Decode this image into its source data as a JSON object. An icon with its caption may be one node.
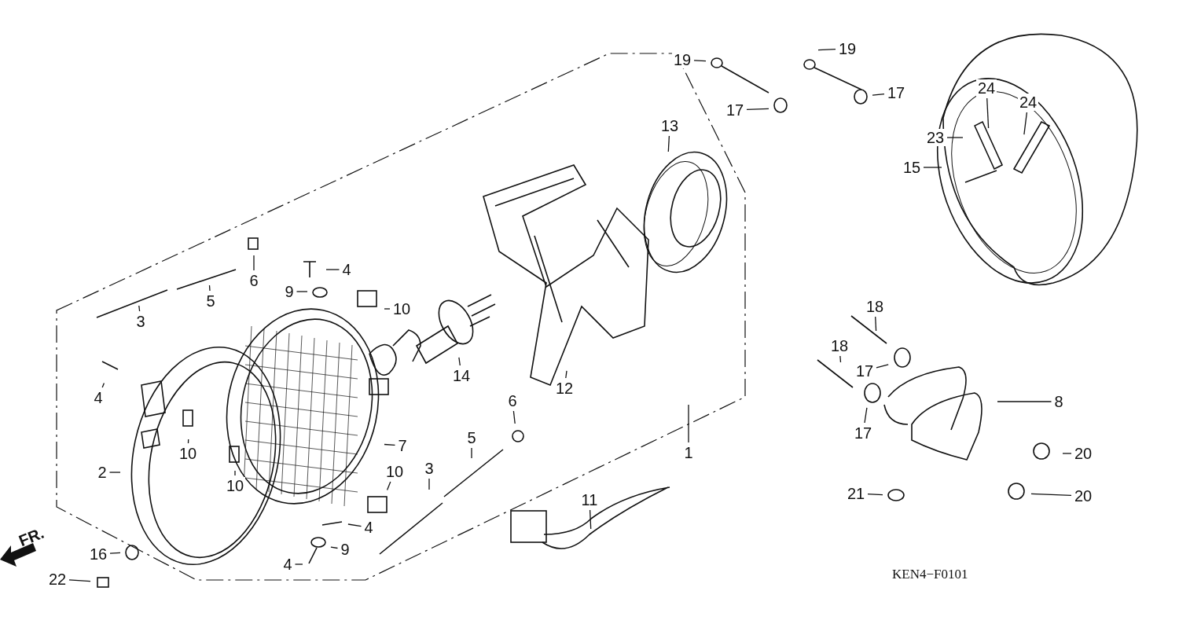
{
  "diagram": {
    "nodes": [
      {
        "text": [
          "19"
        ]
      },
      {
        "text": [
          "19"
        ]
      },
      {
        "text": [
          "17"
        ]
      },
      {
        "text": [
          "24"
        ]
      },
      {
        "text": [
          "24"
        ]
      },
      {
        "text": [
          "17"
        ]
      },
      {
        "text": [
          "13"
        ]
      },
      {
        "text": [
          "23"
        ]
      },
      {
        "text": [
          "15"
        ]
      },
      {
        "text": [
          "4"
        ]
      },
      {
        "text": [
          "6"
        ]
      },
      {
        "text": [
          "9"
        ]
      },
      {
        "text": [
          "5"
        ]
      },
      {
        "text": [
          "18"
        ]
      },
      {
        "text": [
          "10"
        ]
      },
      {
        "text": [
          "3"
        ]
      },
      {
        "text": [
          "18"
        ]
      },
      {
        "text": [
          "17"
        ]
      },
      {
        "text": [
          "14"
        ]
      },
      {
        "text": [
          "12"
        ]
      },
      {
        "text": [
          "4"
        ]
      },
      {
        "text": [
          "8"
        ]
      },
      {
        "text": [
          "6"
        ]
      },
      {
        "text": [
          "17"
        ]
      },
      {
        "text": [
          "5"
        ]
      },
      {
        "text": [
          "7"
        ]
      },
      {
        "text": [
          "1"
        ]
      },
      {
        "text": [
          "10"
        ]
      },
      {
        "text": [
          "20"
        ]
      },
      {
        "text": [
          "3"
        ]
      },
      {
        "text": [
          "10"
        ]
      },
      {
        "text": [
          "2"
        ]
      },
      {
        "text": [
          "10"
        ]
      },
      {
        "text": [
          "21"
        ]
      },
      {
        "text": [
          "20"
        ]
      },
      {
        "text": [
          "11"
        ]
      },
      {
        "text": [
          "4"
        ]
      },
      {
        "text": [
          "9"
        ]
      },
      {
        "text": [
          "16"
        ]
      },
      {
        "text": [
          "4"
        ]
      },
      {
        "text": [
          "22"
        ]
      }
    ],
    "edges": [
      {
        "from": 0,
        "to": null,
        "arrow": "none"
      },
      {
        "from": 1,
        "to": null,
        "arrow": "none"
      },
      {
        "from": 2,
        "to": null,
        "arrow": "none"
      },
      {
        "from": 3,
        "to": null,
        "arrow": "none"
      },
      {
        "from": 4,
        "to": null,
        "arrow": "none"
      },
      {
        "from": 5,
        "to": null,
        "arrow": "none"
      },
      {
        "from": 6,
        "to": null,
        "arrow": "none"
      },
      {
        "from": 7,
        "to": null,
        "arrow": "none"
      },
      {
        "from": 8,
        "to": null,
        "arrow": "none"
      },
      {
        "from": 9,
        "to": null,
        "arrow": "none"
      },
      {
        "from": 10,
        "to": null,
        "arrow": "none"
      },
      {
        "from": 11,
        "to": null,
        "arrow": "none"
      },
      {
        "from": 12,
        "to": null,
        "arrow": "none"
      },
      {
        "from": 13,
        "to": null,
        "arrow": "none"
      },
      {
        "from": 14,
        "to": null,
        "arrow": "none"
      },
      {
        "from": 15,
        "to": null,
        "arrow": "none"
      },
      {
        "from": 16,
        "to": null,
        "arrow": "none"
      },
      {
        "from": 17,
        "to": null,
        "arrow": "none"
      },
      {
        "from": 18,
        "to": null,
        "arrow": "none"
      },
      {
        "from": 19,
        "to": null,
        "arrow": "none"
      },
      {
        "from": 20,
        "to": null,
        "arrow": "none"
      },
      {
        "from": 21,
        "to": null,
        "arrow": "none"
      },
      {
        "from": 22,
        "to": null,
        "arrow": "none"
      },
      {
        "from": 23,
        "to": null,
        "arrow": "none"
      },
      {
        "from": 24,
        "to": null,
        "arrow": "none"
      },
      {
        "from": 25,
        "to": null,
        "arrow": "none"
      },
      {
        "from": 26,
        "to": null,
        "arrow": "none"
      },
      {
        "from": 27,
        "to": null,
        "arrow": "none"
      },
      {
        "from": 28,
        "to": null,
        "arrow": "none"
      },
      {
        "from": 29,
        "to": null,
        "arrow": "none"
      },
      {
        "from": 30,
        "to": null,
        "arrow": "none"
      },
      {
        "from": 31,
        "to": null,
        "arrow": "none"
      },
      {
        "from": 32,
        "to": null,
        "arrow": "none"
      },
      {
        "from": 33,
        "to": null,
        "arrow": "none"
      },
      {
        "from": 34,
        "to": null,
        "arrow": "none"
      },
      {
        "from": 35,
        "to": null,
        "arrow": "none"
      },
      {
        "from": 36,
        "to": null,
        "arrow": "none"
      },
      {
        "from": 37,
        "to": null,
        "arrow": "none"
      },
      {
        "from": 38,
        "to": null,
        "arrow": "none"
      },
      {
        "from": 39,
        "to": null,
        "arrow": "none"
      },
      {
        "from": 40,
        "to": null,
        "arrow": "none"
      }
    ],
    "labels": [
      "FR.",
      "KEN4−F0101"
    ]
  }
}
